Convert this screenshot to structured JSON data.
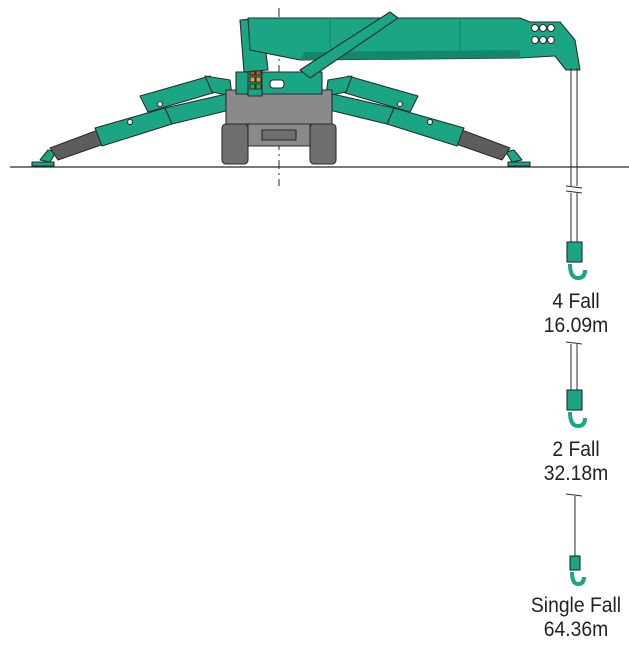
{
  "colors": {
    "machine": "#1aa584",
    "machine_dark": "#13876b",
    "outline": "#2b2b2b",
    "track": "#6f6f6f",
    "cylinder": "#5d5d5d",
    "light_red": "#d64530",
    "light_amber": "#e8a21e",
    "light_green": "#2fa84f"
  },
  "configurations": [
    {
      "falls": "4 Fall",
      "height": "16.09m"
    },
    {
      "falls": "2 Fall",
      "height": "32.18m"
    },
    {
      "falls": "Single Fall",
      "height": "64.36m"
    }
  ]
}
